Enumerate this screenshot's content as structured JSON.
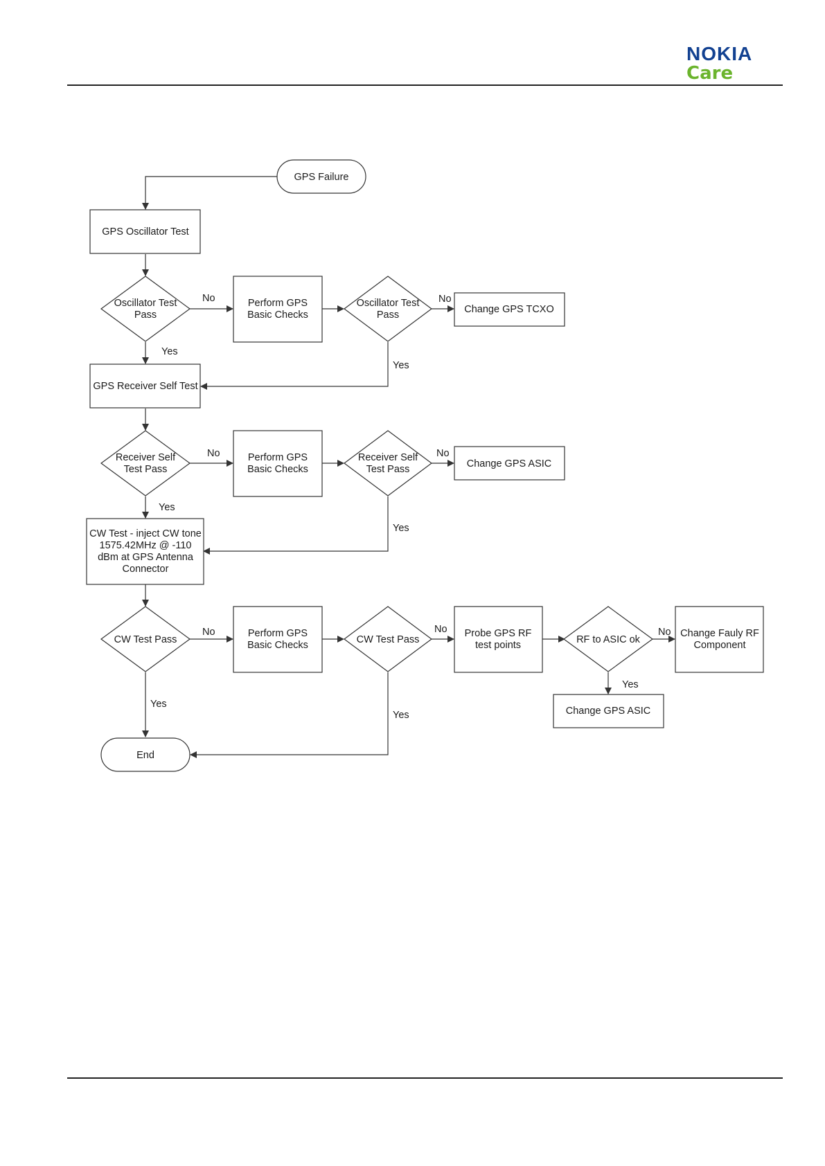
{
  "brand": {
    "name": "NOKIA",
    "sub": "Care",
    "primary_color": "#124191",
    "secondary_color": "#6bb42d"
  },
  "flowchart": {
    "nodes": {
      "start": [
        "GPS Failure"
      ],
      "osc_test": [
        "GPS Oscillator Test"
      ],
      "osc_pass_1": [
        "Oscillator Test",
        "Pass"
      ],
      "basic_1": [
        "Perform GPS",
        "Basic Checks"
      ],
      "osc_pass_2": [
        "Oscillator Test",
        "Pass"
      ],
      "change_tcxo": [
        "Change GPS TCXO"
      ],
      "rx_self_test": [
        "GPS Receiver Self Test"
      ],
      "rx_pass_1": [
        "Receiver Self",
        "Test Pass"
      ],
      "basic_2": [
        "Perform GPS",
        "Basic Checks"
      ],
      "rx_pass_2": [
        "Receiver Self",
        "Test Pass"
      ],
      "change_asic_1": [
        "Change GPS ASIC"
      ],
      "cw_test": [
        "CW Test - inject CW tone",
        "1575.42MHz @ -110",
        "dBm at GPS Antenna",
        "Connector"
      ],
      "cw_pass_1": [
        "CW Test Pass"
      ],
      "basic_3": [
        "Perform GPS",
        "Basic Checks"
      ],
      "cw_pass_2": [
        "CW Test Pass"
      ],
      "probe_rf": [
        "Probe GPS RF",
        "test points"
      ],
      "rf_asic_ok": [
        "RF to ASIC ok"
      ],
      "change_rf": [
        "Change Fauly RF",
        "Component"
      ],
      "change_asic_2": [
        "Change GPS ASIC"
      ],
      "end": [
        "End"
      ]
    },
    "labels": {
      "l_no_1": "No",
      "l_no_2": "No",
      "l_yes_1": "Yes",
      "l_yes_2": "Yes",
      "l_no_3": "No",
      "l_no_4": "No",
      "l_yes_3": "Yes",
      "l_yes_4": "Yes",
      "l_no_5": "No",
      "l_no_6": "No",
      "l_no_7": "No",
      "l_yes_5": "Yes",
      "l_yes_6": "Yes",
      "l_yes_7": "Yes"
    }
  }
}
